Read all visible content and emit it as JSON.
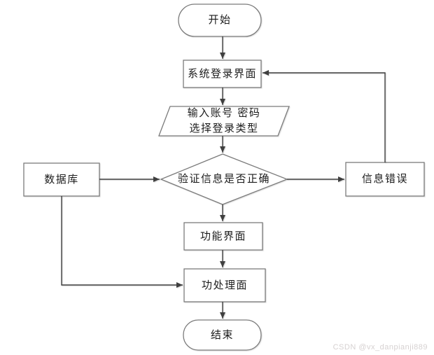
{
  "diagram": {
    "type": "flowchart",
    "nodes": {
      "start": {
        "label": "开始",
        "shape": "terminator"
      },
      "login": {
        "label": "系统登录界面",
        "shape": "process"
      },
      "input": {
        "label": "输入账号 密码\n选择登录类型",
        "shape": "input-output"
      },
      "verify": {
        "label": "验证信息是否正确",
        "shape": "decision"
      },
      "database": {
        "label": "数据库",
        "shape": "process"
      },
      "error": {
        "label": "信息错误",
        "shape": "process"
      },
      "function": {
        "label": "功能界面",
        "shape": "process"
      },
      "process": {
        "label": "功处理面",
        "shape": "process"
      },
      "end": {
        "label": "结束",
        "shape": "terminator"
      }
    },
    "edges": [
      {
        "from": "start",
        "to": "login"
      },
      {
        "from": "login",
        "to": "input"
      },
      {
        "from": "input",
        "to": "verify"
      },
      {
        "from": "database",
        "to": "verify"
      },
      {
        "from": "verify",
        "to": "error"
      },
      {
        "from": "verify",
        "to": "function"
      },
      {
        "from": "function",
        "to": "process"
      },
      {
        "from": "process",
        "to": "end"
      },
      {
        "from": "error",
        "to": "login"
      },
      {
        "from": "database",
        "to": "process"
      }
    ],
    "watermark": "CSDN @vx_danpianji889",
    "colors": {
      "connector": "#3f3f3f",
      "border": "#7b7b7b",
      "text": "#1c1c1c",
      "background": "#ffffff",
      "watermark": "#d6d1d1"
    }
  }
}
